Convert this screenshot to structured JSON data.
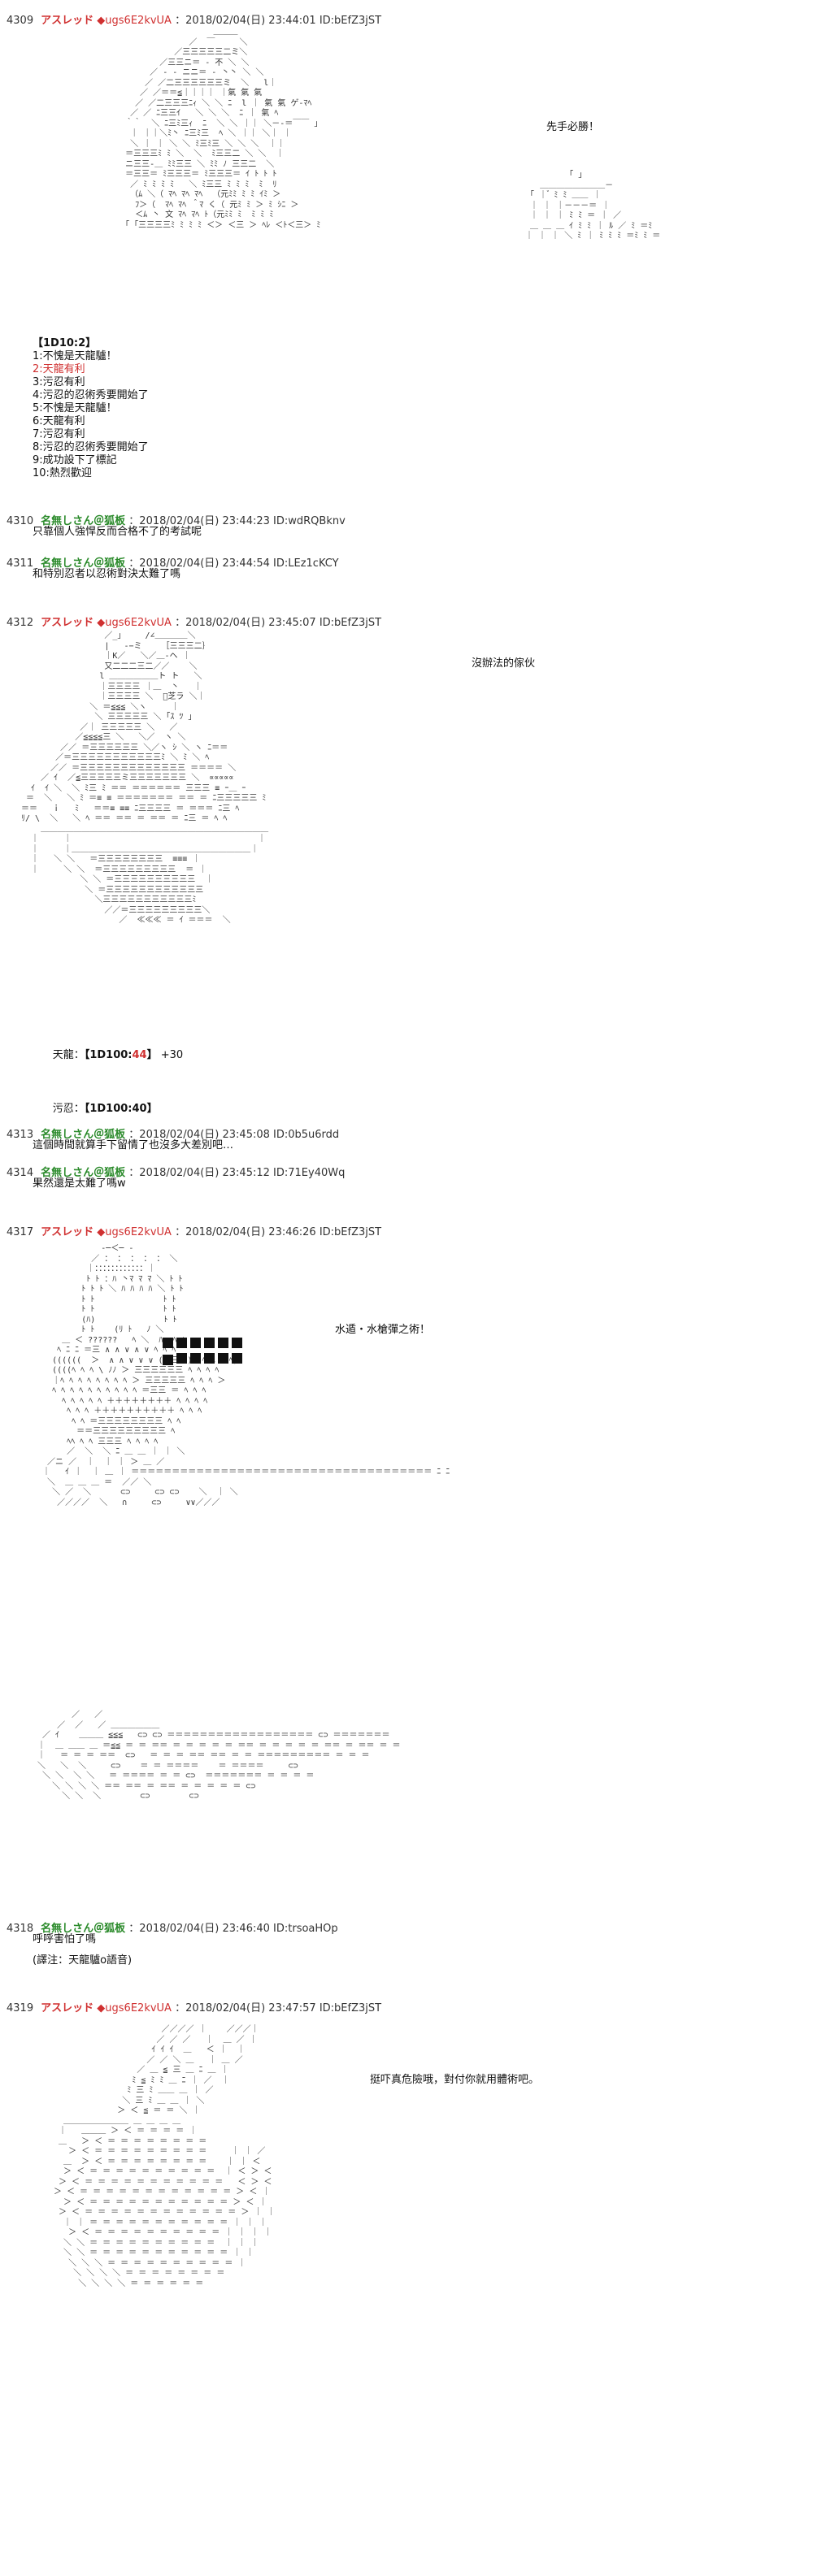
{
  "posts": [
    {
      "num": "4309",
      "name": "アスレッド",
      "trip": "◆ugs6E2kvUA",
      "date": "2018/02/04(日) 23:44:01",
      "id": "ID:bEfZ3jST",
      "caption": "先手必勝！",
      "dice_title": "【1D10:2】",
      "dice_list": [
        "1:不愧是天龍驢！",
        "2:天龍有利",
        "3:污忍有利",
        "4:污忍的忍術秀要開始了",
        "5:不愧是天龍驢！",
        "6:天龍有利",
        "7:污忍有利",
        "8:污忍的忍術秀要開始了",
        "9:成功設下了標記",
        "10:熱烈歡迎"
      ]
    },
    {
      "num": "4310",
      "name": "名無しさん＠狐板",
      "date": "2018/02/04(日) 23:44:23",
      "id": "ID:wdRQBknv",
      "text": "只靠個人強悍反而合格不了的考試呢"
    },
    {
      "num": "4311",
      "name": "名無しさん＠狐板",
      "date": "2018/02/04(日) 23:44:54",
      "id": "ID:LEz1cKCY",
      "text": "和特別忍者以忍術對決太難了嗎"
    },
    {
      "num": "4312",
      "name": "アスレッド",
      "trip": "◆ugs6E2kvUA",
      "date": "2018/02/04(日) 23:45:07",
      "id": "ID:bEfZ3jST",
      "caption": "沒辦法的傢伙",
      "roll1_label": "天龍：",
      "roll1_value": "【1D100:44】",
      "roll1_hit": "44",
      "roll1_bonus": "+30",
      "roll2_label": "污忍：",
      "roll2_value": "【1D100:40】"
    },
    {
      "num": "4313",
      "name": "名無しさん＠狐板",
      "date": "2018/02/04(日) 23:45:08",
      "id": "ID:0b5u6rdd",
      "text": "這個時間就算手下留情了也沒多大差別吧…"
    },
    {
      "num": "4314",
      "name": "名無しさん＠狐板",
      "date": "2018/02/04(日) 23:45:12",
      "id": "ID:71Ey40Wq",
      "text": "果然還是太難了嗎w"
    },
    {
      "num": "4317",
      "name": "アスレッド",
      "trip": "◆ugs6E2kvUA",
      "date": "2018/02/04(日) 23:46:26",
      "id": "ID:bEfZ3jST",
      "caption": "水遁・水槍彈之術！"
    },
    {
      "num": "4318",
      "name": "名無しさん＠狐板",
      "date": "2018/02/04(日) 23:46:40",
      "id": "ID:trsoaHOp",
      "text": "呼呼害怕了嗎",
      "note": "(譯注：天龍驢o語音)"
    },
    {
      "num": "4319",
      "name": "アスレッド",
      "trip": "◆ugs6E2kvUA",
      "date": "2018/02/04(日) 23:47:57",
      "id": "ID:bEfZ3jST",
      "caption": "挺吓真危險哦，對付你就用體術吧。"
    }
  ],
  "aa": {
    "a1": "                      ＿＿＿\n                 ／  ￣     ＼\n              ／三三三三三二ミ＼\n           ／三三ニ＝ ‐ 不 ＼ ＼\n         ／ ‐ ‐ ニニ＝ ‐ 丶丶 ＼ ＼\n        ／ ／二三三三三三三ミ  ＼   l｜\n       ／ ／＝＝≦｜｜｜｜ ｜氣 氣 氣\n      ／ ／二三三三ﾆｨ ＼ ＼ ﾆ  l ｜ 氣 氣 ゲ-ﾏﾍ\n     ／ ／ ﾆ三三ｲ   ＼ ＼ ＼  ﾆ ｜ 氣 ﾍ\n    ｀｀  ＼ ﾆ三ﾐ三ｨ  ﾆ  ＼ ＼ ｜｜ ＼－‐＝￣￣ ｣\n     ｜ ｜｜＼ﾐ丶 ﾆ三ﾐ三  ﾍ ＼ ｜｜ ＼｜ ｜\n     ＼ ｜ ｜ ＼ ＼ ﾐ三ﾐ三 ＼ ＼ ＼  ｜｜\n    ＝三三三ﾐ ﾐ ＼  ＼  ﾐ三三二 ＼ ＼  ｜\n    ニ三三‐＿ ﾐﾐ三三 ＼ ﾐﾐ ﾉ 三三二  ＼\n    ＝三三＝ ﾐ三三三＝ ﾐ三三三＝ ｲ ﾄ ﾄ ﾄ\n     ／ ﾐ ﾐ ﾐ ﾐ   ＼ ﾐ三三 ﾐ ﾐ ﾐ  ﾐ  ﾘ\n     （ﾑ ＼（ ﾏﾍ ﾏﾍ ﾏﾍ  （元ﾐﾐ ﾐ ﾐ ｲﾐ ＞\n      ﾌ＞（  ﾏﾍ ﾏﾍ ＾ﾏ く（ 元ﾐ ﾐ ＞ ﾐ ｼﾆ ＞\n      ＜ﾑ 丶 文 ﾏﾍ ﾏﾍ ﾄ（元ﾐﾐ ﾐ  ﾐ ﾐ ﾐ\n    ｢ ｢三三三三ﾐ ﾐ ﾐ ﾐ ＜＞ ＜三 ＞ ﾍﾚ ＜ﾄ＜三＞ ﾐ",
    "a1b": "          ｢ ｣\n    ＿＿＿＿＿＿＿＿－\n  ｢ ｜ ゙ ﾐ ﾐ ＿＿ ｜\n  ｜ ｜ ｜－－－＝ ｜\n  ｜ ｜ ｜ ﾐ ﾐ ＝ ｜ ／\n  ＿ ＿ ＿ ｲ ﾐ ﾐ ｜ ﾙ ／ ﾐ ＝ﾐ\n ｜ ｜ ｜ ＼ ﾐ ｜ ﾐ ﾐ ﾐ ＝ﾐ ﾐ ＝",
    "a2": "                  ／_」    /∠＿＿＿＿＼\n                  |   -−ミ    ［三三三二｝\n                  ｜K／   ＼／＿‐ヘ ｜\n                  又二二二三二／／    ＼\n                 l ＿＿＿＿＿＿ト ト   ＼\n                 ｜三三三三 ｜＿  丶   ｜\n                 ｜三三三三 ＼  ゙芝ラ ＼｜\n               ＼ ＝≦≦≦ ＼ヽ     ｜\n                ＼ 三三三三三 ＼ ｢ｽ ﾂ ｣\n             ／｜ 三三三三三 ＼   ／\n            ／≦≦≦≦三 ＼   ＼／  ヽ ＼\n         ／／ ＝三三三三三三 ＼／ヽ ｼ ＼ ヽ ﾆ＝＝\n        ／＝三三三三三三三三三三三ﾐ ＼ ﾐ ＼ ﾍ\n       ／／ ＝三三三三三三三三三三三三三 ＝＝＝＝ ＼\n     ／ ｲ  ／≦三三三三三ミ三三三三三三三 ＼  ∝∝∝∝∝\n   ｲ  ｲ ＼  ＼ ﾐ三 ﾐ ＝＝ ＝＝＝＝＝＝ 三三三 ≡ ｰ＿ ｰ\n  ＝  ＼   ＼ ﾐ ＝≡ ≡ ＝＝＝＝＝＝＝ ＝＝ ＝ ﾆ三三三三三 ﾐ\n ＝＝   ｉ   ﾐ   ＝＝≡ ≡≡ ﾆ三三三三 ＝ ＝＝＝ ﾆ三 ﾍ\n ﾘ/ \\  ＼   ＼ ﾍ ＝＝ ＝＝ ＝ ＝＝ ＝ ﾆ三 ＝ ﾍ ﾍ\n     ＿＿＿＿＿＿＿＿＿＿＿＿＿＿＿＿＿＿＿＿＿＿＿＿＿＿＿＿\n   ｜     ｜                                      ｜\n   ｜     ｜＿＿＿＿＿＿＿＿＿＿＿＿＿＿＿＿＿＿＿＿＿＿｜\n   ｜   ＼ ＼   ＝三三三三三三三三  ≡≡≡ ｜\n   ｜     ＼ ＼  ＝三三三三三三三三三  ＝ ｜\n             ＼ ＼ ＝三三三三三三三三三三  ｜\n              ＼ ＝三三三三三三三三三三三三\n                ＼三三三三三三三三三三三ﾐ\n                  ／／＝三三三三三三三三三＼\n                     ／  ≪≪≪ ＝ ｲ ＝＝＝  ＼",
    "a3": "              ‐─＜─ ‐\n            ／ ： ： ： ： ： ＼\n           ｜：：：：：：：：：：：：｜\n           ﾄ ﾄ ：ﾊ 丶ﾏ ﾏ ﾏ ＼ ﾄ ﾄ\n          ﾄ ﾄ ﾄ ＼ ﾊ ﾊ ﾊ ﾊ ＼ ﾄ ﾄ\n          ﾄ ﾄ              ﾄ ﾄ\n          ﾄ ﾄ              ﾄ ﾄ\n          (ﾊ)              ﾄ ﾄ\n          ﾄ ﾄ    (ﾘ ﾄ   ﾉ ＼\n      ＿ ＜ ??????   ﾍ ＼  ﾊ  ﾍ ﾍ\n     ﾍ ﾆ ﾆ ＝三 ∧ ∧ ∨ ∧ ∨ ﾍ ﾍ ﾍ\n    ((((((  ＞  ∧ ∧ ∨ ∨ ∨ (三三三) (ﾍ ﾍ ﾍ ﾍ)\n    ((((ﾍ ﾍ ﾍ \\ ﾉﾉ ＞ 三三三三三三 ﾍ ﾍ ﾍ ﾍ\n    ｜ﾍ ﾍ ﾍ ﾍ ﾍ ﾍ ﾍ ﾍ ＞ 三三三三三 ﾍ ﾍ ﾍ ＞\n    ﾍ ﾍ ﾍ ﾍ ﾍ ﾍ ﾍ ﾍ ﾍ ﾍ ＝三三 ＝ ﾍ ﾍ ﾍ\n      ﾍ ﾍ ﾍ ﾍ ﾍ ＋＋＋＋＋＋＋＋ ﾍ ﾍ ﾍ ﾍ\n       ﾍ ﾍ ﾍ ＋＋＋＋＋＋＋＋＋＋ ﾍ ﾍ ﾍ\n        ﾍ ﾍ ＝三三三三三三三三 ﾍ ﾍ\n         ＝＝三三三三三三三三三 ﾍ\n       ﾍﾍ ﾍ ﾍ 三三三 ﾍ ﾍ ﾍ ﾍ\n       ／  ＼  ＼ ﾆ ＿ ＿ ｜ ｜ ＼\n   ／ニ ／  ｜  ｜ ｜ ＞ ＿ ／\n  ｜   ｲ ｜  ｜ ＿ ｜ ＝＝＝＝＝＝＝＝＝＝＝＝＝＝＝＝＝＝＝＝＝＝＝＝＝＝＝＝＝＝＝＝＝＝＝＝＝ ﾆ ﾆ\n   ＼  ＿ ＿ ＿ ＝  ／／ ＼\n    ＼ ／  ＼      ⊂⊃     ⊂⊃ ⊂⊃    ＼  ｜ ＼\n     ／／／／  ＼   ∩     ⊂⊃     ∨∨／／／",
    "a4": "        ／   ／\n     ／  ／   ／ ＿＿＿＿＿＿\n  ／ ｲ    ＿＿＿ ≦≦≦   ⊂⊃ ⊂⊃ ＝＝＝＝＝＝＝＝＝＝＝＝＝＝＝＝＝＝ ⊂⊃ ＝＝＝＝＝＝＝\n ｜  ＿ ＿＿ ＿ ＝≦≦ ＝ ＝ ＝＝ ＝ ＝ ＝ ＝ ＝ ＝＝ ＝ ＝ ＝ ＝ ＝ ＝＝ ＝ ＝＝ ＝ ＝\n ｜   ＝ ＝ ＝ ＝＝  ⊂⊃   ＝ ＝ ＝ ＝＝ ＝＝ ＝ ＝ ＝＝＝＝＝＝＝＝＝ ＝ ＝ ＝\n ＼   ＼  ＼     ⊂⊃    ＝ ＝ ＝＝＝＝    ＝ ＝＝＝＝     ⊂⊃\n  ＼ ＼  ＼ ＼   ＝ ＝＝＝＝ ＝ ＝ ⊂⊃  ＝＝＝＝＝＝＝ ＝ ＝ ＝ ＝\n    ＼ ＼ ＼ ＼ ＝＝ ＝＝ ＝ ＝＝ ＝ ＝ ＝ ＝ ＝ ⊂⊃\n      ＼ ＼  ＼        ⊂⊃        ⊂⊃",
    "a5": "                       ／／／／ ｜    ／／／｜\n                      ／ ／ ／   ｜  ＿ ／ ｜\n                     ｲ ｲ ｲ  ＿   ＜ ｜  ｜\n                    ／ ／ ＼ ＿   ｜ ＿ ／\n                  ／ ＿ ≦ 三 ＿ ﾆ ＿ ｜\n                 ﾐ ≦ ﾐ ﾐ ＿ ﾆ ｜ ／  ｜\n                ﾐ 三 ﾐ ＿＿ ＿ ｜ ／\n               ＼ 三 ﾐ ＿ ＿ ｜ ＼\n              ＞ ＜ ≦ ＝ ＝ ＼ ｜\n   ＿＿＿＿＿＿＿＿ ＿ ＿ ＿ ＿\n  ｜   ＿＿＿ ＞ ＜ ＝ ＝ ＝ ＝ ｜\n  ＿   ＞ ＜ ＝ ＝ ＝ ＝ ＝ ＝ ＝ ＝\n    ＞ ＜ ＝ ＝ ＝ ＝ ＝ ＝ ＝ ＝ ＝     ｜ ｜ ／\n   ＿  ＞ ＜ ＝ ＝ ＝ ＝ ＝ ＝ ＝ ＝    ｜ ｜ ＜\n   ＞ ＜ ＝ ＝ ＝ ＝ ＝ ＝ ＝ ＝ ＝ ＝  ｜ ＜ ＞ ＜\n  ＞ ＜ ＝ ＝ ＝ ＝ ＝ ＝ ＝ ＝ ＝ ＝ ＝   ＜ ＞ ＜\n ＞ ＜ ＝ ＝ ＝ ＝ ＝ ＝ ＝ ＝ ＝ ＝ ＝ ＝ ＞ ＜ ｜\n   ＞ ＜ ＝ ＝ ＝ ＝ ＝ ＝ ＝ ＝ ＝ ＝ ＝ ＞ ＜ ｜\n  ＞ ＜ ＝ ＝ ＝ ＝ ＝ ＝ ＝ ＝ ＝ ＝ ＝ ＝ ＞ ｜ ｜\n   ｜ ｜ ＝ ＝ ＝ ＝ ＝ ＝ ＝ ＝ ＝ ＝ ＝ ｜ ｜ ｜\n    ＞ ＜ ＝ ＝ ＝ ＝ ＝ ＝ ＝ ＝ ＝ ＝ ｜ ｜ ｜ ｜\n   ＼ ＼ ＝ ＝ ＝ ＝ ＝ ＝ ＝ ＝ ＝ ＝  ｜ ｜ ｜\n   ＼ ＼ ＝ ＝ ＝ ＝ ＝ ＝ ＝ ＝ ＝ ＝ ＝ ｜ ｜\n    ＼ ＼ ＼ ＝ ＝ ＝ ＝ ＝ ＝ ＝ ＝ ＝ ＝ ｜\n     ＼ ＼ ＼ ＼ ＝ ＝ ＝ ＝ ＝ ＝ ＝ ＝\n      ＼ ＼ ＼ ＼ ＝ ＝ ＝ ＝ ＝ ＝"
  }
}
